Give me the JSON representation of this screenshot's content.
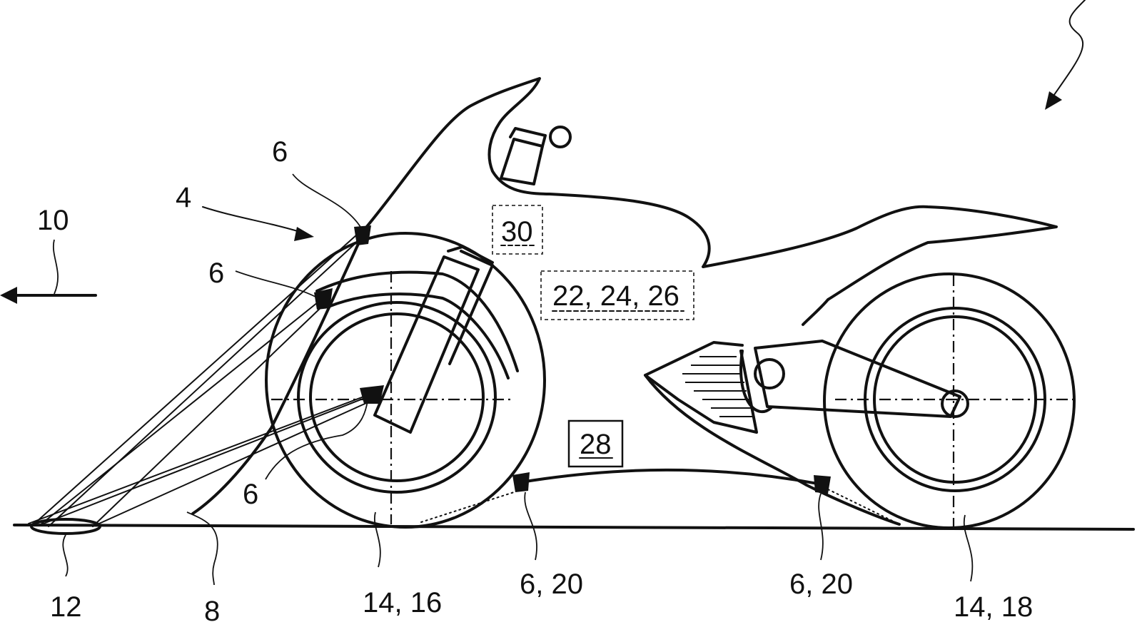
{
  "labels": {
    "ref_4": "4",
    "ref_6_top": "6",
    "ref_6_upper": "6",
    "ref_6_lower": "6",
    "ref_10": "10",
    "ref_12": "12",
    "ref_8": "8",
    "ref_14_16": "14, 16",
    "ref_6_20_left": "6, 20",
    "ref_6_20_right": "6, 20",
    "ref_14_18": "14, 18",
    "ref_30": "30",
    "ref_22_24_26": "22, 24, 26",
    "ref_28": "28"
  }
}
